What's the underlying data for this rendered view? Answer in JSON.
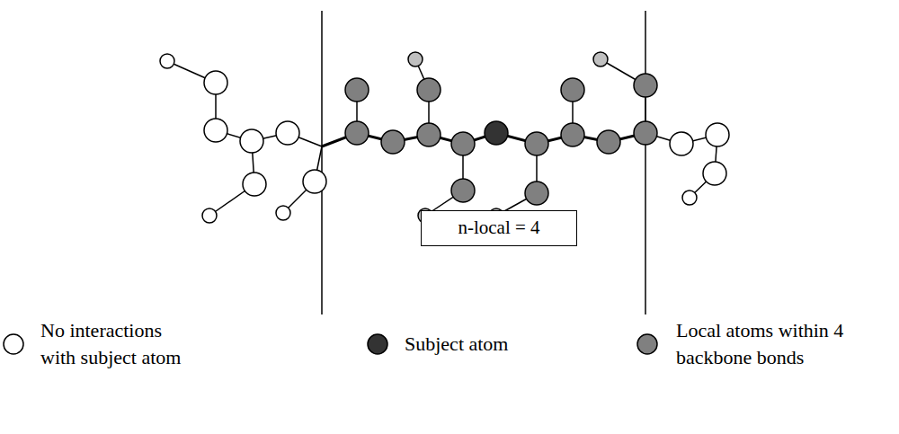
{
  "diagram": {
    "nodes": [
      {
        "text": [
          "n-local = 4"
        ]
      }
    ],
    "edges": [],
    "legend": [
      {
        "text": "No interactions with subject atom",
        "color": "#ffffff"
      },
      {
        "text": "Subject atom",
        "color": "#333333"
      },
      {
        "text": "Local atoms within 4 backbone bonds",
        "color": "#808080"
      }
    ]
  }
}
